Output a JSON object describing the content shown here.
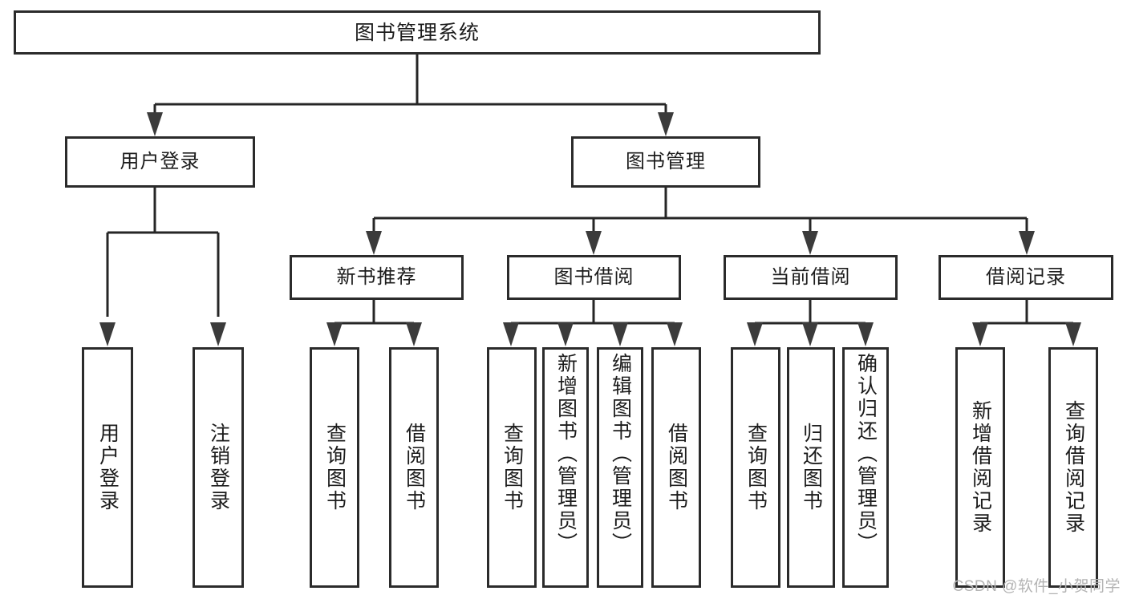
{
  "diagram": {
    "title": "图书管理系统",
    "type": "tree-structure-chart",
    "watermark": "CSDN @软件_小贺同学",
    "colors": {
      "box_border": "#2b2b2b",
      "connector": "#262626",
      "background": "#ffffff",
      "text": "#1c1c1c",
      "watermark": "#b3b3b3"
    },
    "root": {
      "label": "图书管理系统"
    },
    "level1": [
      {
        "label": "用户登录"
      },
      {
        "label": "图书管理"
      }
    ],
    "level2": [
      {
        "label": "新书推荐"
      },
      {
        "label": "图书借阅"
      },
      {
        "label": "当前借阅"
      },
      {
        "label": "借阅记录"
      }
    ],
    "leaves": {
      "user_login": [
        {
          "label": "用户登录"
        },
        {
          "label": "注销登录"
        }
      ],
      "new_book_recommend": [
        {
          "label": "查询图书"
        },
        {
          "label": "借阅图书"
        }
      ],
      "book_borrow": [
        {
          "label": "查询图书"
        },
        {
          "label": "新增图书（管理员）"
        },
        {
          "label": "编辑图书（管理员）"
        },
        {
          "label": "借阅图书"
        }
      ],
      "current_borrow": [
        {
          "label": "查询图书"
        },
        {
          "label": "归还图书"
        },
        {
          "label": "确认归还（管理员）"
        }
      ],
      "borrow_record": [
        {
          "label": "新增借阅记录"
        },
        {
          "label": "查询借阅记录"
        }
      ]
    }
  }
}
